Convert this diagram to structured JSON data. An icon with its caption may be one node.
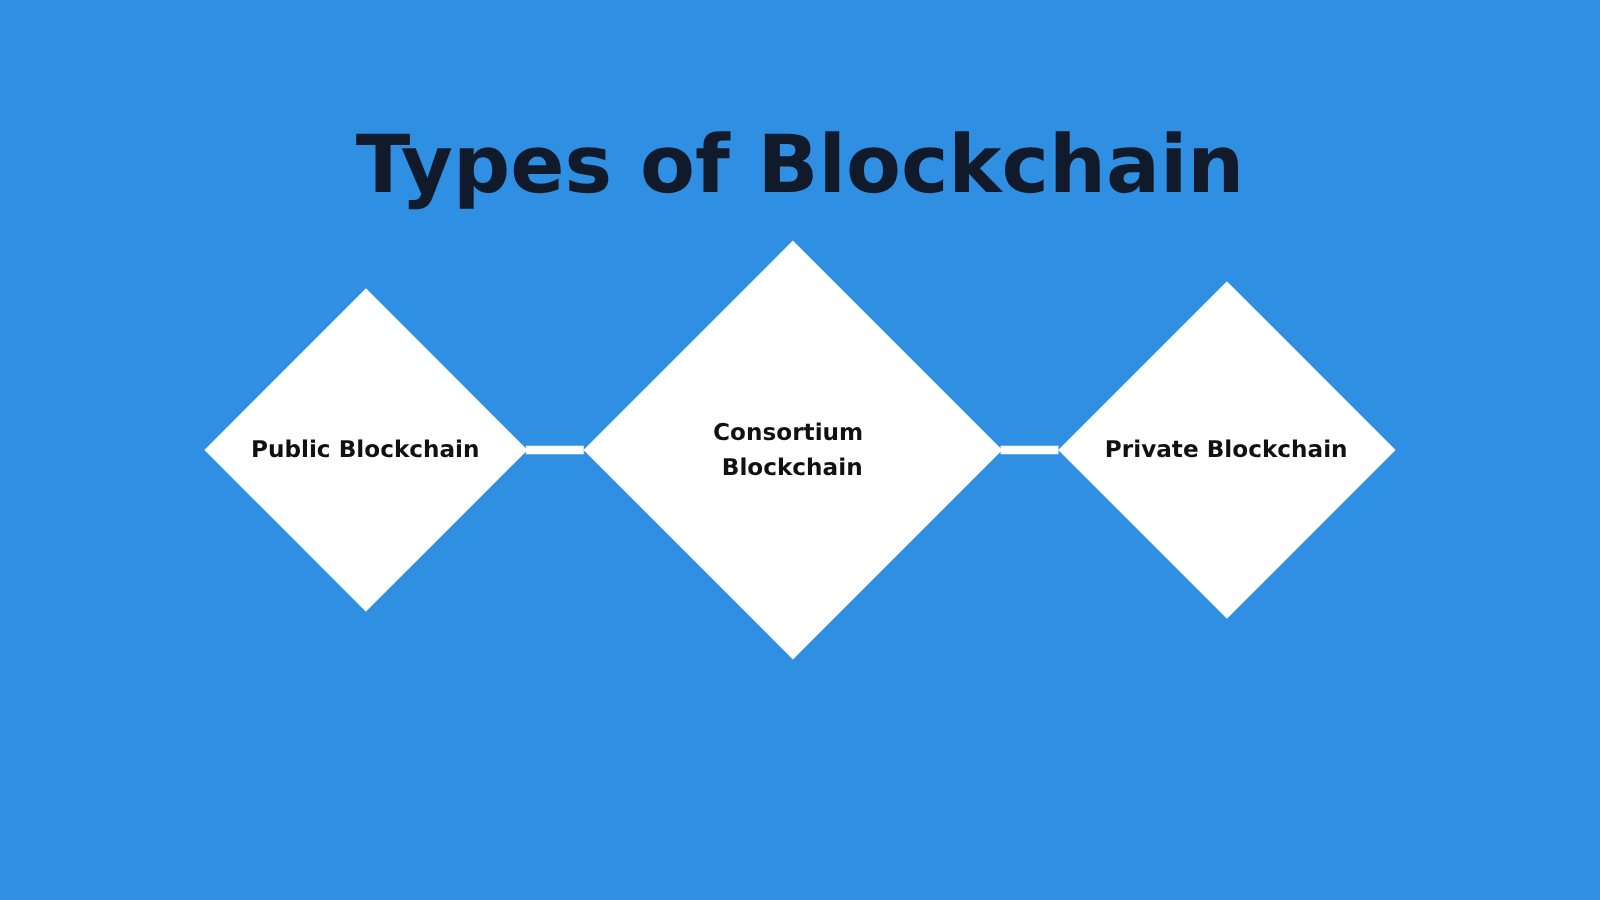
{
  "diagram": {
    "title": "Types of Blockchain",
    "nodes": [
      {
        "text": [
          "Public Blockchain"
        ]
      },
      {
        "text": [
          "Consortium Blockchain"
        ]
      },
      {
        "text": [
          "Private Blockchain"
        ]
      }
    ],
    "edges": [
      {
        "from": 0,
        "to": 1,
        "arrow": "none"
      },
      {
        "from": 1,
        "to": 2,
        "arrow": "none"
      }
    ]
  }
}
